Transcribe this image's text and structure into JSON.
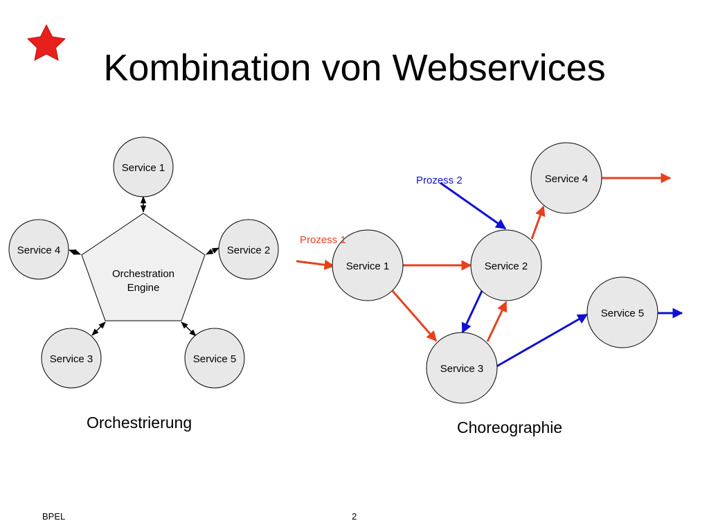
{
  "slide": {
    "title": "Kombination von Webservices",
    "footer_left": "BPEL",
    "page_number": "2"
  },
  "orchestration": {
    "caption": "Orchestrierung",
    "engine_label_line1": "Orchestration",
    "engine_label_line2": "Engine",
    "services": [
      "Service 1",
      "Service 2",
      "Service 4",
      "Service 3",
      "Service 5"
    ]
  },
  "choreography": {
    "caption": "Choreographie",
    "process1_label": "Prozess 1",
    "process2_label": "Prozess 2",
    "process1_color": "#e8401c",
    "process2_color": "#1010d0",
    "services": [
      "Service 1",
      "Service 2",
      "Service 3",
      "Service 4",
      "Service 5"
    ]
  },
  "colors": {
    "node_fill": "#e8e8e8",
    "engine_fill": "#f0f0f0",
    "star": "#e8201c"
  },
  "icons": {
    "decoration": "star-icon"
  }
}
